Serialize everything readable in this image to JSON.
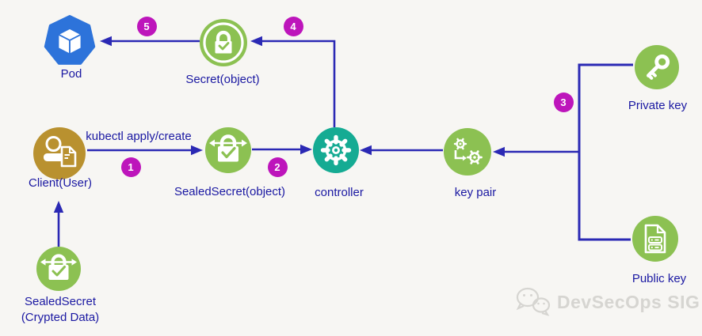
{
  "title": "SealedSecrets workflow diagram",
  "colors": {
    "background": "#f7f6f3",
    "arrow_line": "#2b29b4",
    "label_text": "#1a18a2",
    "badge": "#bd15bb",
    "green": "#8cc152",
    "teal": "#15ab93",
    "gold": "#b9912f",
    "pod_blue": "#2d73da",
    "watermark": "#d6d5d1"
  },
  "nodes": {
    "pod": {
      "label": "Pod",
      "icon": "kubernetes-pod-cube-icon"
    },
    "secret": {
      "label": "Secret(object)",
      "icon": "padlock-ring-icon"
    },
    "client": {
      "label": "Client(User)",
      "icon": "user-document-icon"
    },
    "sealed_secret_object": {
      "label": "SealedSecret(object)",
      "icon": "padlock-arrows-icon"
    },
    "controller": {
      "label": "controller",
      "icon": "gear-icon"
    },
    "key_pair": {
      "label": "key pair",
      "icon": "gears-process-icon"
    },
    "private_key": {
      "label": "Private key",
      "icon": "key-icon"
    },
    "public_key": {
      "label": "Public key",
      "icon": "document-server-icon"
    },
    "sealed_secret_data": {
      "label_line1": "SealedSecret",
      "label_line2": "(Crypted Data)",
      "icon": "padlock-arrows-icon"
    }
  },
  "edges": {
    "client_to_sealedsecret": {
      "badge": "1",
      "label": "kubectl apply/create"
    },
    "sealedsecret_to_controller": {
      "badge": "2"
    },
    "keys_to_keypair": {
      "badge": "3"
    },
    "controller_to_secret": {
      "badge": "4"
    },
    "secret_to_pod": {
      "badge": "5"
    }
  },
  "watermark": {
    "text": "DevSecOps SIG",
    "icon": "wechat-chat-bubbles-icon"
  }
}
